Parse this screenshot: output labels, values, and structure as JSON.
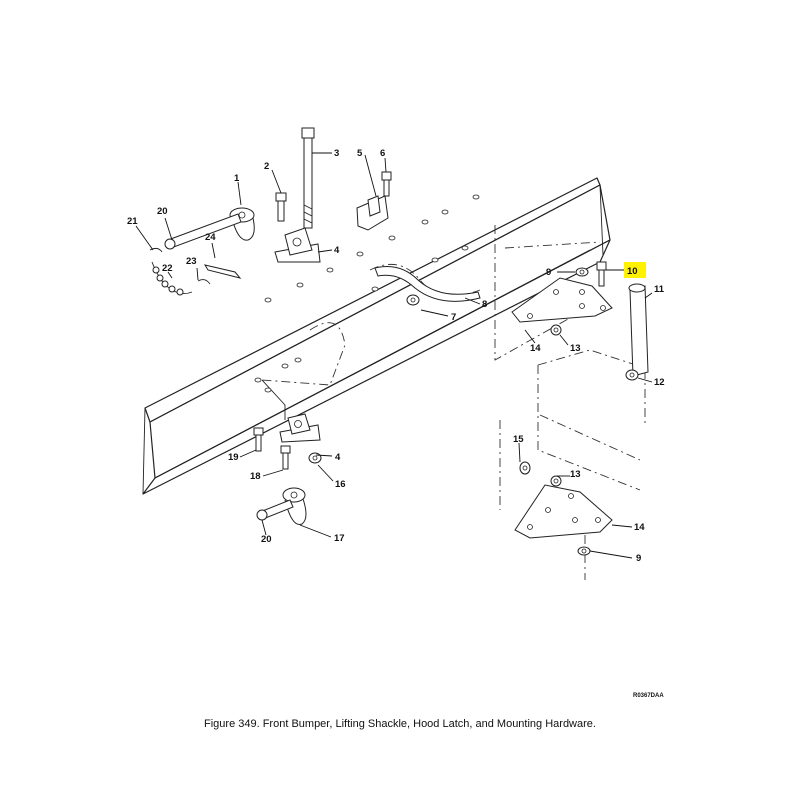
{
  "figure": {
    "caption": "Figure  349.   Front Bumper, Lifting Shackle, Hood Latch, and Mounting Hardware.",
    "drawing_code": "R0367DAA",
    "highlighted_callout": "10",
    "highlight_color": "#fff200"
  },
  "callouts": {
    "c1": "1",
    "c2": "2",
    "c3": "3",
    "c4a": "4",
    "c4b": "4",
    "c5": "5",
    "c6": "6",
    "c7": "7",
    "c8": "8",
    "c9a": "9",
    "c9b": "9",
    "c10": "10",
    "c11": "11",
    "c12": "12",
    "c13a": "13",
    "c13b": "13",
    "c14a": "14",
    "c14b": "14",
    "c15": "15",
    "c16": "16",
    "c17": "17",
    "c18": "18",
    "c19": "19",
    "c20a": "20",
    "c20b": "20",
    "c21": "21",
    "c22": "22",
    "c23": "23",
    "c24": "24"
  }
}
